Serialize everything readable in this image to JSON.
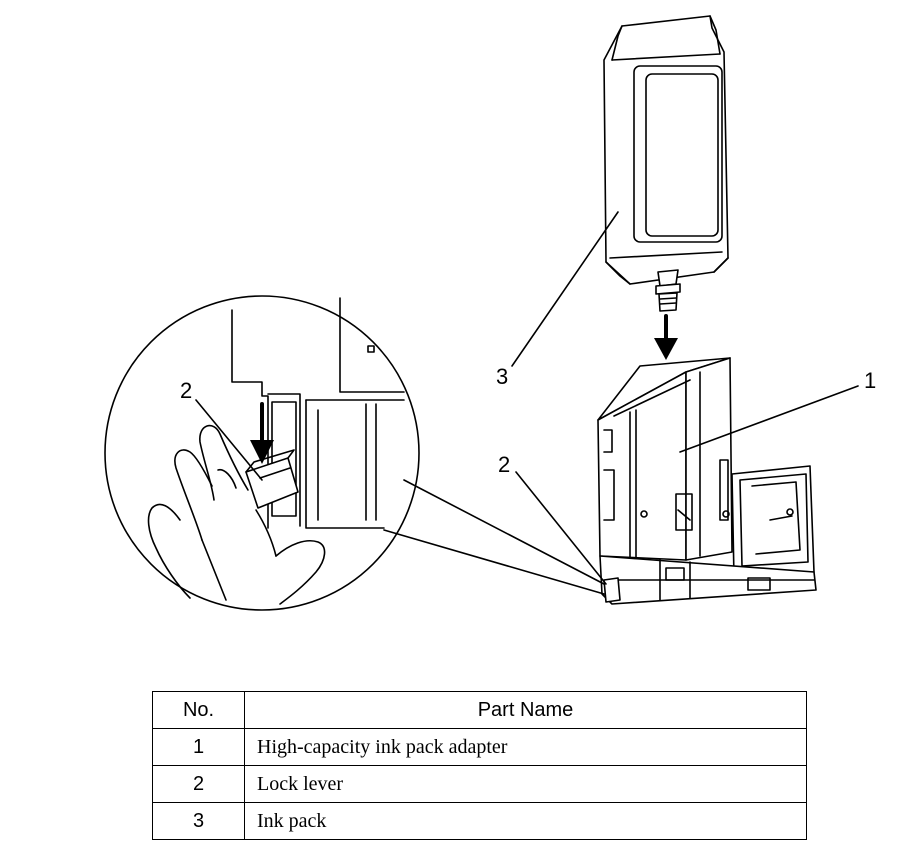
{
  "figure": {
    "callouts": {
      "adapter": "1",
      "lever_main": "2",
      "lever_detail": "2",
      "ink_pack": "3"
    }
  },
  "table": {
    "headers": {
      "no": "No.",
      "name": "Part Name"
    },
    "rows": [
      {
        "no": "1",
        "name": "High-capacity ink pack adapter"
      },
      {
        "no": "2",
        "name": "Lock lever"
      },
      {
        "no": "3",
        "name": "Ink pack"
      }
    ]
  }
}
